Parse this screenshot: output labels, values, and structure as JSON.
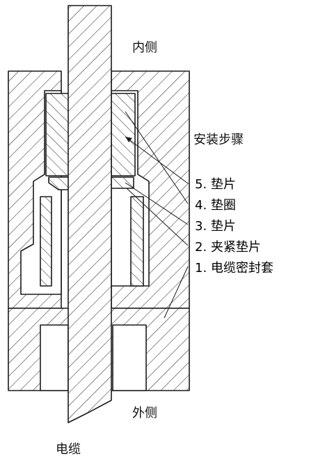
{
  "labels": {
    "inner_side": "内侧",
    "outer_side": "外侧",
    "cable": "电缆",
    "installation_steps": "安装步骤"
  },
  "steps": [
    {
      "num": "5.",
      "text": "垫片"
    },
    {
      "num": "4.",
      "text": "垫圈"
    },
    {
      "num": "3.",
      "text": "垫片"
    },
    {
      "num": "2.",
      "text": "夹紧垫片"
    },
    {
      "num": "1.",
      "text": "电缆密封套"
    }
  ],
  "colors": {
    "line": "#1a1a1a",
    "background": "#ffffff"
  }
}
